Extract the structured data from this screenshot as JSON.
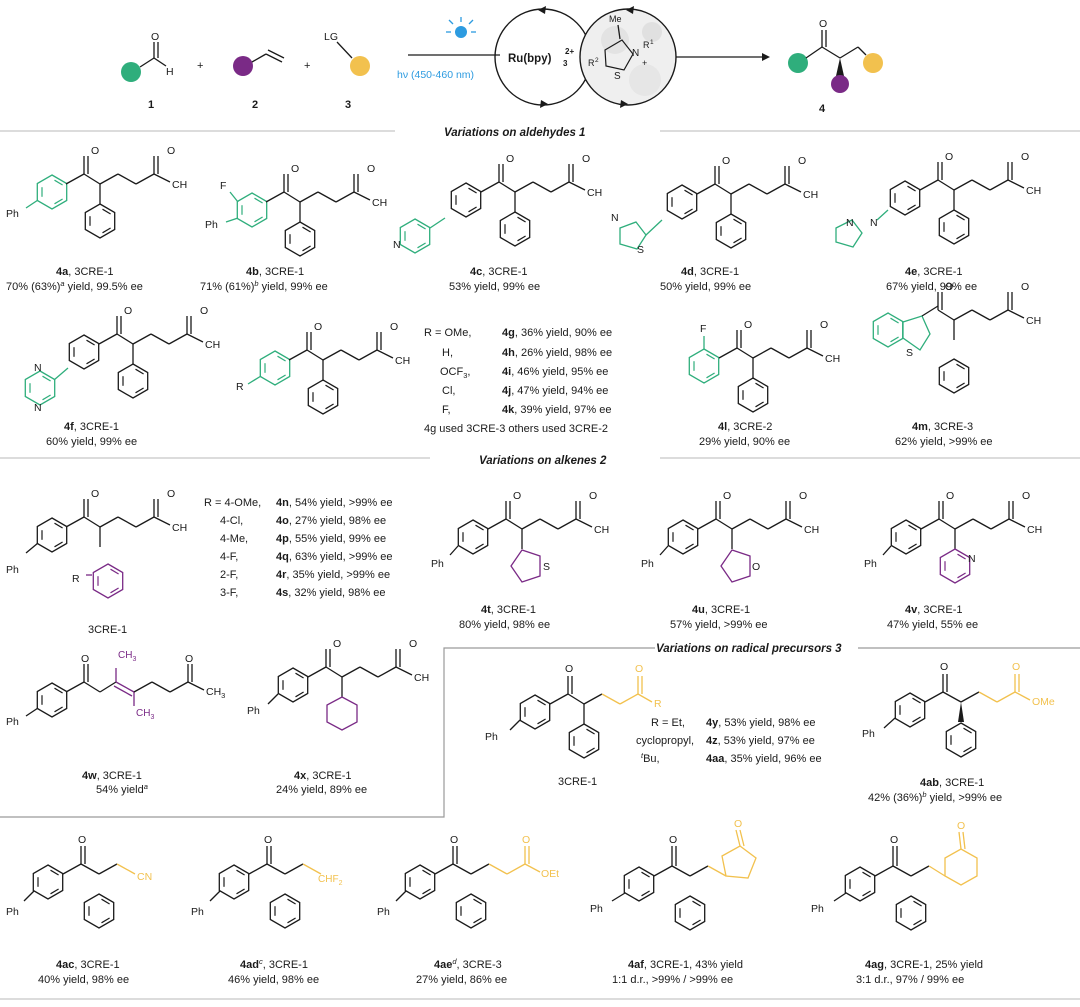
{
  "colors": {
    "aldehyde": "#2fae7c",
    "alkene": "#7a2a86",
    "radical": "#f2c14e",
    "light": "#2d9be0",
    "rule": "#b9b9b9"
  },
  "scheme": {
    "label_1": "1",
    "label_2": "2",
    "label_3": "3",
    "label_4": "4",
    "aldehyde_O": "O",
    "aldehyde_H": "H",
    "plus": "+",
    "LG": "LG",
    "catalyst": "Ru(bpy)",
    "catalyst_sup": "2+",
    "light": "hν (450-460 nm)",
    "nhc_me": "Me",
    "nhc_r1": "R",
    "nhc_r1_sup": "1",
    "nhc_r2": "R",
    "nhc_r2_sup": "2",
    "nhc_n": "N",
    "nhc_s": "S",
    "nhc_plus": "+"
  },
  "sections": {
    "aldehydes": "Variations on aldehydes 1",
    "alkenes": "Variations on alkenes 2",
    "radicals": "Variations on radical precursors 3"
  },
  "atoms": {
    "O": "O",
    "Ph": "Ph",
    "CH3": "CH",
    "sub3": "3",
    "F": "F",
    "N": "N",
    "S": "S",
    "R": "R",
    "CN": "CN",
    "CHF2": "CHF",
    "sub2": "2",
    "OMe": "OMe",
    "OEt": "OEt",
    "Et": "Et"
  },
  "compounds": {
    "c4a": {
      "id": "4a",
      "cat": ", 3CRE-1",
      "line2": "70% (63%)",
      "sup": "a",
      "line2b": " yield, 99.5% ee"
    },
    "c4b": {
      "id": "4b",
      "cat": ", 3CRE-1",
      "line2": "71% (61%)",
      "sup": "b",
      "line2b": " yield, 99% ee"
    },
    "c4c": {
      "id": "4c",
      "cat": ", 3CRE-1",
      "line2": "53% yield, 99% ee"
    },
    "c4d": {
      "id": "4d",
      "cat": ", 3CRE-1",
      "line2": "50%  yield, 99% ee"
    },
    "c4e": {
      "id": "4e",
      "cat": ", 3CRE-1",
      "line2": "67% yield, 99% ee"
    },
    "c4f": {
      "id": "4f",
      "cat": ", 3CRE-1",
      "line2": "60% yield, 99% ee"
    },
    "c4l": {
      "id": "4l",
      "cat": ", 3CRE-2",
      "line2": "29% yield, 90% ee"
    },
    "c4m": {
      "id": "4m",
      "cat": ", 3CRE-3",
      "line2": "62% yield, >99% ee"
    },
    "c4t": {
      "id": "4t",
      "cat": ", 3CRE-1",
      "line2": "80% yield, 98% ee"
    },
    "c4u": {
      "id": "4u",
      "cat": ", 3CRE-1",
      "line2": "57% yield, >99% ee"
    },
    "c4v": {
      "id": "4v",
      "cat": ", 3CRE-1",
      "line2": "47% yield, 55% ee"
    },
    "c4w": {
      "id": "4w",
      "cat": ", 3CRE-1",
      "line2": "54% yield",
      "sup": "a"
    },
    "c4x": {
      "id": "4x",
      "cat": ", 3CRE-1",
      "line2": "24% yield, 89% ee"
    },
    "c4ab": {
      "id": "4ab",
      "cat": ", 3CRE-1",
      "line2": "42% (36%)",
      "sup": "b",
      "line2b": " yield, >99% ee"
    },
    "c4ac": {
      "id": "4ac",
      "cat": ", 3CRE-1",
      "line2": "40% yield, 98% ee"
    },
    "c4ad": {
      "id": "4ad",
      "sup": "c",
      "cat": ", 3CRE-1",
      "line2": "46% yield, 98% ee"
    },
    "c4ae": {
      "id": "4ae",
      "sup": "d",
      "cat": ", 3CRE-3",
      "line2": "27% yield, 86% ee"
    },
    "c4af": {
      "id": "4af",
      "cat": ", 3CRE-1, 43% yield",
      "line2": "1:1 d.r., >99% / >99% ee"
    },
    "c4ag": {
      "id": "4ag",
      "cat": ", 3CRE-1, 25% yield",
      "line2": "3:1 d.r., 97% / 99% ee"
    }
  },
  "table_ghk": {
    "rows": [
      {
        "r": "R = OMe,",
        "id": "4g",
        "v": ", 36% yield,  90% ee"
      },
      {
        "r": "H,",
        "id": "4h",
        "v": ", 26% yield,  98% ee"
      },
      {
        "r": "OCF",
        "rsub": "3",
        "rtail": ",",
        "id": "4i",
        "v": ", 46% yield,  95% ee"
      },
      {
        "r": "Cl,",
        "id": "4j",
        "v": ", 47% yield,  94% ee"
      },
      {
        "r": "F,",
        "id": "4k",
        "v": ", 39% yield,  97% ee"
      }
    ],
    "note": "4g used 3CRE-3 others used 3CRE-2"
  },
  "table_ns": {
    "rows": [
      {
        "r": "R = 4-OMe,",
        "id": "4n",
        "v": ", 54% yield, >99% ee"
      },
      {
        "r": "4-Cl,",
        "id": "4o",
        "v": ", 27% yield,   98% ee"
      },
      {
        "r": "4-Me,",
        "id": "4p",
        "v": ", 55% yield,   99% ee"
      },
      {
        "r": "4-F,",
        "id": "4q",
        "v": ", 63% yield, >99% ee"
      },
      {
        "r": "2-F,",
        "id": "4r",
        "v": ", 35% yield, >99% ee"
      },
      {
        "r": "3-F,",
        "id": "4s",
        "v": ", 32% yield,   98% ee"
      }
    ],
    "cat": "3CRE-1"
  },
  "table_y": {
    "rows": [
      {
        "r": "R = Et,",
        "id": "4y",
        "v": ", 53% yield, 98% ee"
      },
      {
        "r": "cyclopropyl,",
        "id": "4z",
        "v": ", 53% yield, 97% ee"
      },
      {
        "r": "Bu,",
        "rsup": "t",
        "id": "4aa",
        "v": ", 35% yield, 96% ee"
      }
    ],
    "cat": "3CRE-1"
  }
}
